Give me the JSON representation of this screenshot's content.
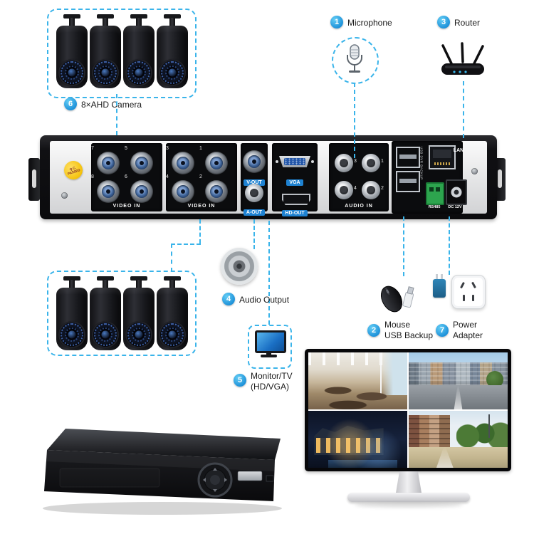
{
  "callouts": {
    "microphone": {
      "num": "1",
      "label": "Microphone"
    },
    "mouse": {
      "num": "2",
      "label1": "Mouse",
      "label2": "USB Backup"
    },
    "router": {
      "num": "3",
      "label": "Router"
    },
    "audio_output": {
      "num": "4",
      "label": "Audio Output"
    },
    "monitor": {
      "num": "5",
      "label1": "Monitor/TV",
      "label2": "(HD/VGA)"
    },
    "cameras": {
      "num": "6",
      "label": "8×AHD Camera"
    },
    "power": {
      "num": "7",
      "label1": "Power",
      "label2": "Adapter"
    }
  },
  "rear_panel": {
    "qc_sticker": "Q.C. PASSED",
    "video1": {
      "label": "VIDEO IN",
      "numbers": [
        "7",
        "5",
        "8",
        "6"
      ]
    },
    "video2": {
      "label": "VIDEO IN",
      "numbers": [
        "3",
        "1",
        "4",
        "2"
      ]
    },
    "vout_label": "V-OUT",
    "vga_label": "VGA",
    "aout_label": "A-OUT",
    "hdout_label": "HD-OUT",
    "audio": {
      "label": "AUDIO IN",
      "numbers": [
        "3",
        "1",
        "4",
        "2"
      ]
    },
    "usb_label": "USB DVR BACKUP",
    "lan_label": "LAN",
    "rs485_label": "RS485",
    "dc_label": "DC 12V"
  },
  "colors": {
    "accent": "#3ab4ea",
    "badge": "#1b9de2",
    "tag_blue": "#1e82d2"
  }
}
